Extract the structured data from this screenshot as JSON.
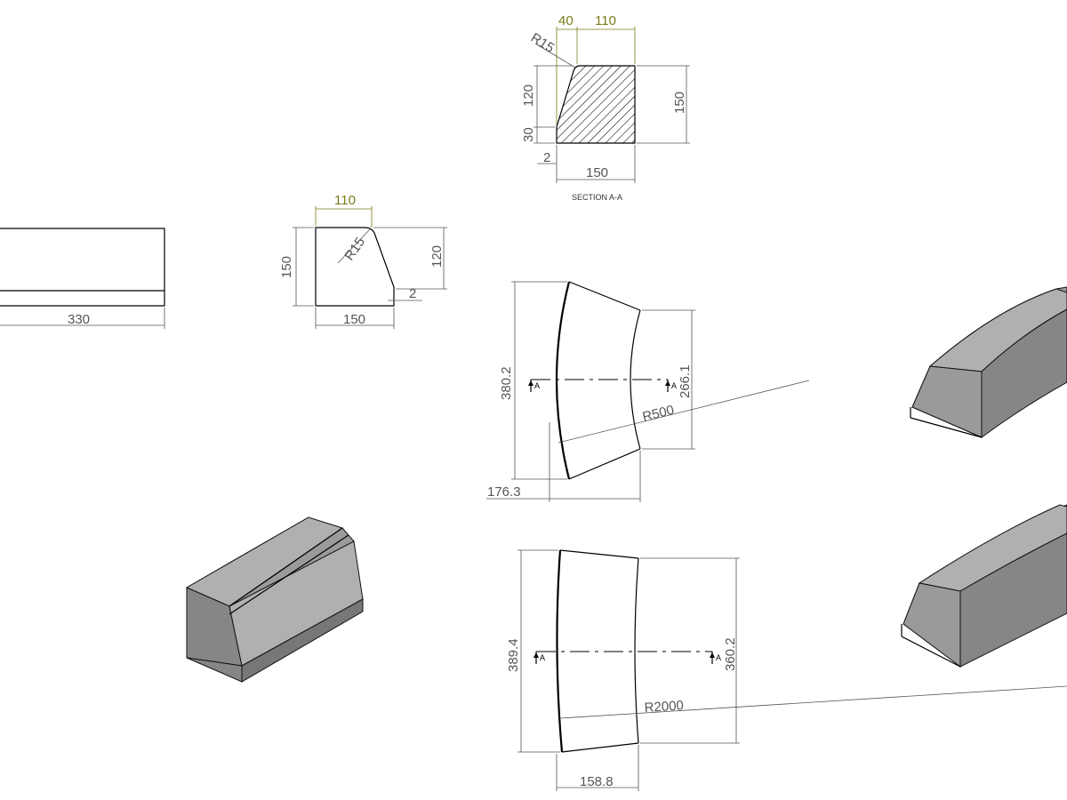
{
  "dimensions": {
    "side_width": "330",
    "end_top": "110",
    "end_height": "150",
    "end_depth": "120",
    "end_radius": "R15",
    "end_offset": "2",
    "end_width": "150",
    "sec_top_left": "40",
    "sec_top_right": "110",
    "sec_radius": "R15",
    "sec_left_upper": "120",
    "sec_left_lower": "30",
    "sec_height": "150",
    "sec_offset": "2",
    "sec_width": "150",
    "curve1_outer": "380.2",
    "curve1_inner": "266.1",
    "curve1_radius": "R500",
    "curve1_depth": "176.3",
    "curve2_outer": "389.4",
    "curve2_inner": "360.2",
    "curve2_radius": "R2000",
    "curve2_depth": "158.8"
  },
  "section_label": "SECTION A-A",
  "section_marker": "A",
  "colors": {
    "dimension_text": "#555555",
    "driving_dimension": "#7a7a16",
    "outline": "#000000",
    "iso_shade_light": "#b0b0b0",
    "iso_shade_mid": "#9a9a9a",
    "iso_shade_dark": "#777777"
  }
}
